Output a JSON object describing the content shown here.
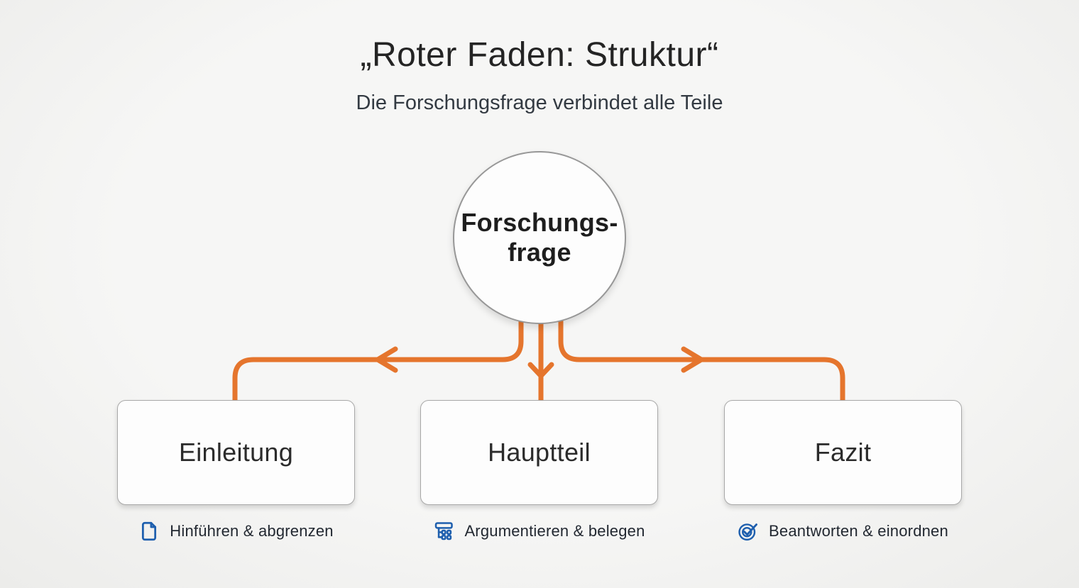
{
  "header": {
    "title": "„Roter Faden: Struktur“",
    "subtitle": "Die Forschungsfrage verbindet alle Teile"
  },
  "center_node": {
    "label_line1": "Forschungs-",
    "label_line2": "frage"
  },
  "nodes": [
    {
      "label": "Einleitung",
      "caption": "Hinführen & abgrenzen",
      "icon": "document-icon"
    },
    {
      "label": "Hauptteil",
      "caption": "Argumentieren & belegen",
      "icon": "outline-list-icon"
    },
    {
      "label": "Fazit",
      "caption": "Beantworten & einordnen",
      "icon": "check-circle-icon"
    }
  ],
  "colors": {
    "connector_orange": "#E5752D",
    "icon_blue": "#1E5FAE",
    "background": "#F3F3F2"
  }
}
